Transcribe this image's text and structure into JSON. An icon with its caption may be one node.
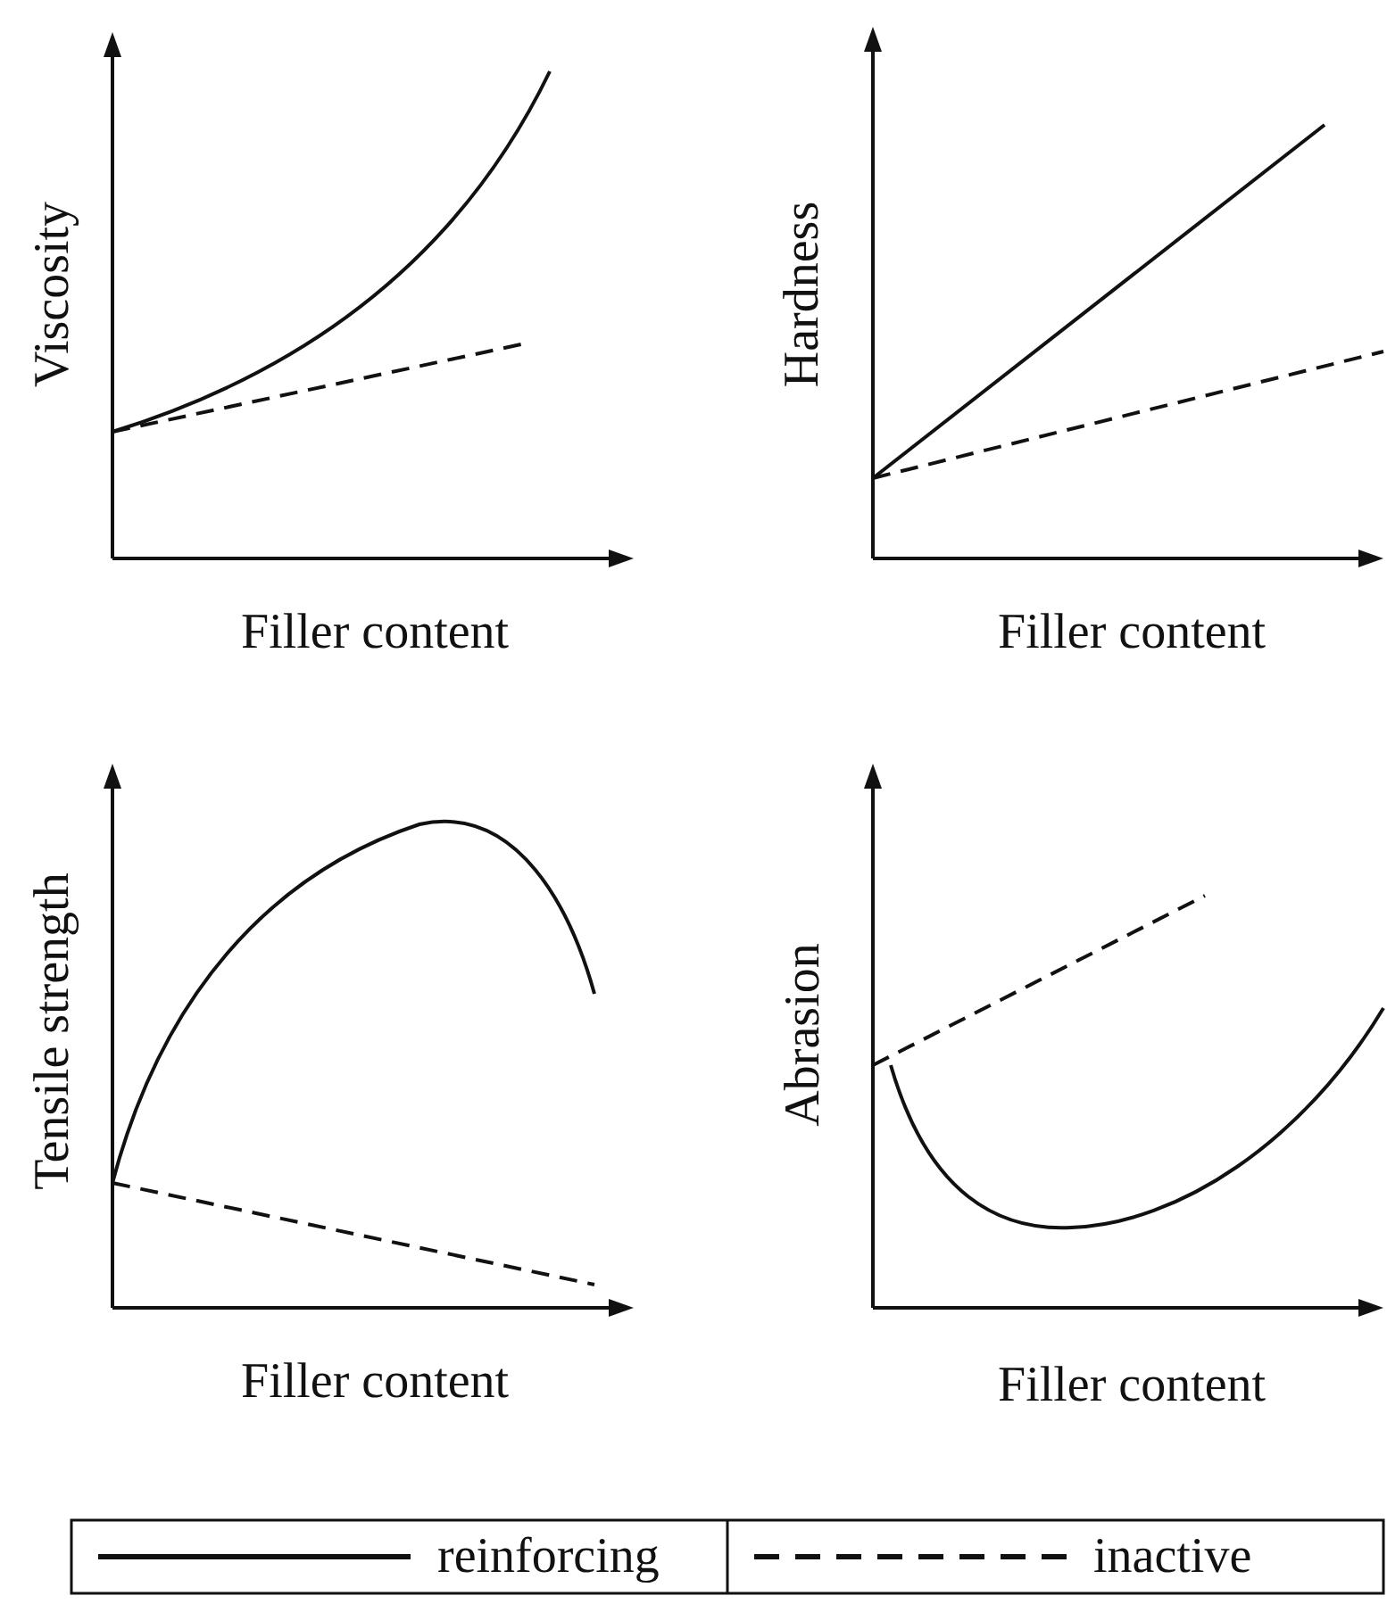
{
  "diagram": {
    "labels": [
      "Viscosity",
      "Filler content",
      "Hardness",
      "Filler content",
      "Tensile strength",
      "Filler content",
      "Abrasion",
      "Filler content"
    ],
    "legend": [
      {
        "text": "reinforcing"
      },
      {
        "text": "inactive"
      }
    ]
  }
}
